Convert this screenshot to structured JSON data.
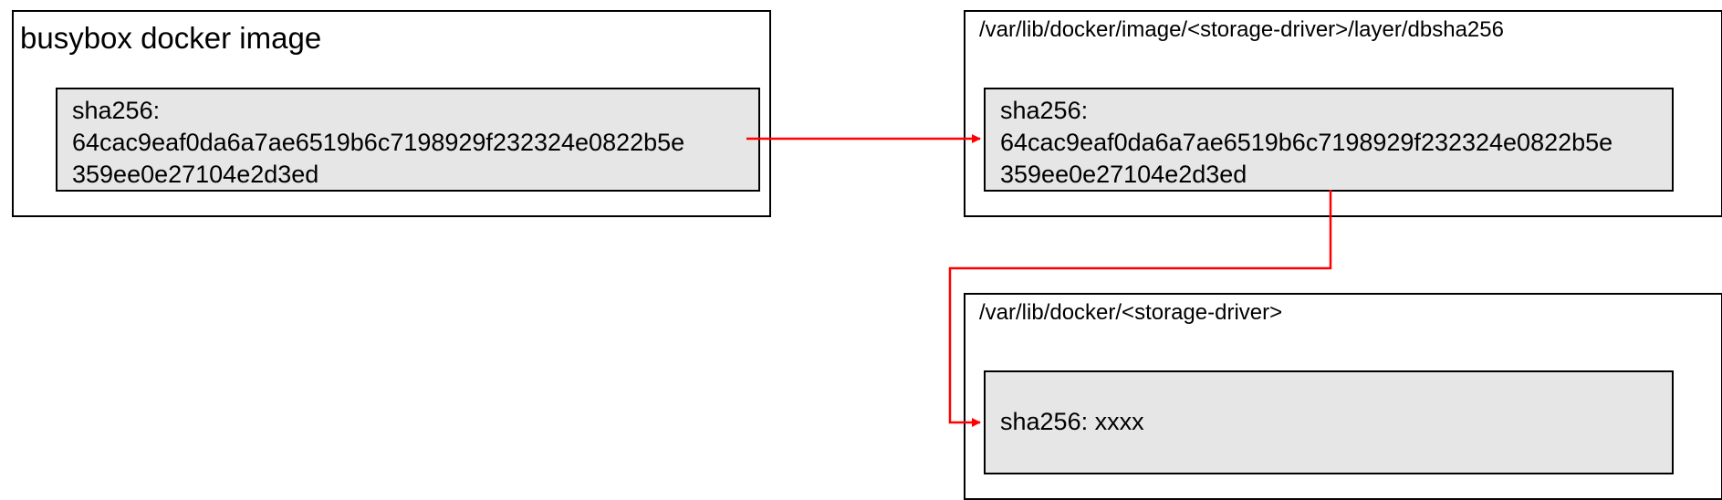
{
  "panels": {
    "image": {
      "title": "busybox docker image",
      "hash_label": "sha256:",
      "hash_line1": "64cac9eaf0da6a7ae6519b6c7198929f232324e0822b5e",
      "hash_line2": "359ee0e27104e2d3ed"
    },
    "layer": {
      "title": "/var/lib/docker/image/<storage-driver>/layer/dbsha256",
      "hash_label": "sha256:",
      "hash_line1": "64cac9eaf0da6a7ae6519b6c7198929f232324e0822b5e",
      "hash_line2": "359ee0e27104e2d3ed"
    },
    "driver": {
      "title": "/var/lib/docker/<storage-driver>",
      "hash_text": "sha256: xxxx"
    }
  },
  "colors": {
    "arrow": "#ff0000",
    "hash_box_fill": "#e6e6e6",
    "border": "#000000"
  }
}
